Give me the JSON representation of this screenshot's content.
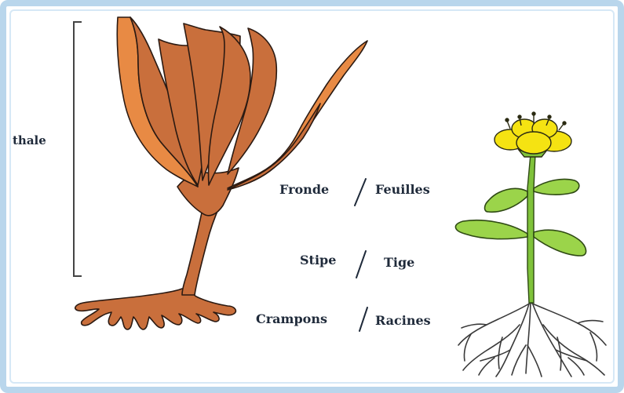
{
  "labels": {
    "thallus": "thale",
    "frond": "Fronde",
    "leaves": "Feuilles",
    "stipe": "Stipe",
    "stem": "Tige",
    "holdfast": "Crampons",
    "roots": "Racines"
  },
  "colors": {
    "algae_fill": "#c96f3c",
    "algae_light": "#e88a44",
    "algae_outline": "#2b1a12",
    "leaf_green": "#9bd44a",
    "stem_green": "#7fc23a",
    "petal_yellow": "#f5e312",
    "root_dark": "#3a3a3a",
    "frame_blue": "#b9d6ec",
    "label_text": "#1f2a3a"
  }
}
